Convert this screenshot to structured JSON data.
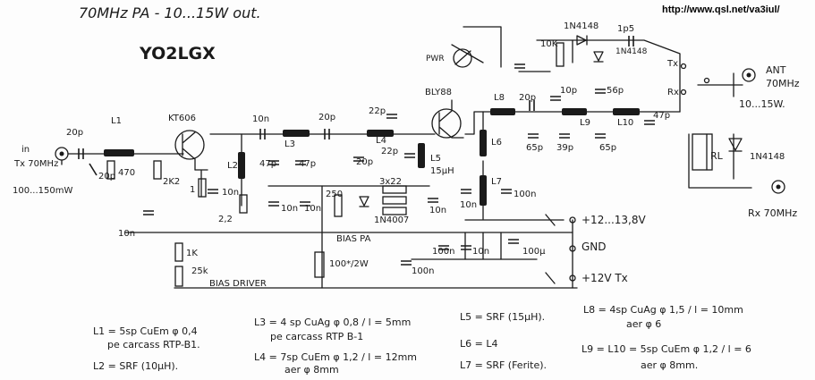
{
  "title": "70MHz PA - 10...15W out.",
  "url": "http://www.qsl.net/va3iul/",
  "author": "YO2LGX",
  "labels": {
    "in": "in",
    "tx_in": "Tx 70MHz",
    "in_power": "100...150mW",
    "ant": "ANT",
    "ant_freq": "70MHz",
    "ant_power": "10...15W.",
    "rx_out": "Rx 70MHz",
    "tx_sw": "Tx",
    "rx_sw": "Rx",
    "pwr": "PWR",
    "relay": "RL",
    "supply": "+12...13,8V",
    "gnd": "GND",
    "tx12": "+12V Tx",
    "bias_pa": "BIAS PA",
    "bias_driver": "BIAS DRIVER"
  },
  "components": {
    "q1": "KT606",
    "q2": "BLY88",
    "c20p_a": "20p",
    "c20p_b": "20p",
    "l1": "L1",
    "r470": "470",
    "r2k2": "2K2",
    "c10n_a": "10n",
    "r1": "1",
    "c10n_b": "10n",
    "l2": "L2",
    "r22": "2,2",
    "c10n_c": "10n",
    "c10n_d": "10n",
    "c47p_a": "47p",
    "l3": "L3",
    "c47p_b": "47p",
    "c20p_c": "20p",
    "c10n_e": "10n",
    "c20p_d": "20p",
    "c22p_a": "22p",
    "l4": "L4",
    "c22p_b": "22p",
    "r250": "250",
    "r3x22": "3x22",
    "d1": "1N4007",
    "c10n_f": "10n",
    "l5": "L5",
    "l5_val": "15µH",
    "l6": "L6",
    "l7": "L7",
    "c10n_g": "10n",
    "c100n_a": "100n",
    "l8": "L8",
    "c20p_e": "20p",
    "c10p": "10p",
    "c65p_a": "65p",
    "c39p": "39p",
    "l9": "L9",
    "c56p": "56p",
    "c65p_b": "65p",
    "l10": "L10",
    "c47p_c": "47p",
    "r10k": "10K",
    "d_in4148_a": "1N4148",
    "d_in4148_b": "1N4148",
    "c1p5": "1p5",
    "d_in4148_c": "1N4148",
    "c100n_b": "100n",
    "c10n_h": "10n",
    "c100u": "100µ",
    "r100": "100*/2W",
    "c100n_c": "100n",
    "r1k": "1K",
    "r25k": "25k"
  },
  "notes": {
    "n1a": "L1 = 5sp CuEm φ 0,4",
    "n1b": "pe carcass RTP-B1.",
    "n2": "L2 = SRF (10µH).",
    "n3a": "L3 = 4 sp CuAg φ 0,8 / l = 5mm",
    "n3b": "pe carcass RTP B-1",
    "n4a": "L4 = 7sp CuEm φ 1,2 / l = 12mm",
    "n4b": "aer φ 8mm",
    "n5": "L5 = SRF (15µH).",
    "n6": "L6 = L4",
    "n7": "L7 = SRF (Ferite).",
    "n8a": "L8 = 4sp CuAg φ 1,5 / l = 10mm",
    "n8b": "aer φ 6",
    "n9a": "L9 = L10 = 5sp CuEm φ 1,2 / l = 6",
    "n9b": "aer φ 8mm."
  }
}
